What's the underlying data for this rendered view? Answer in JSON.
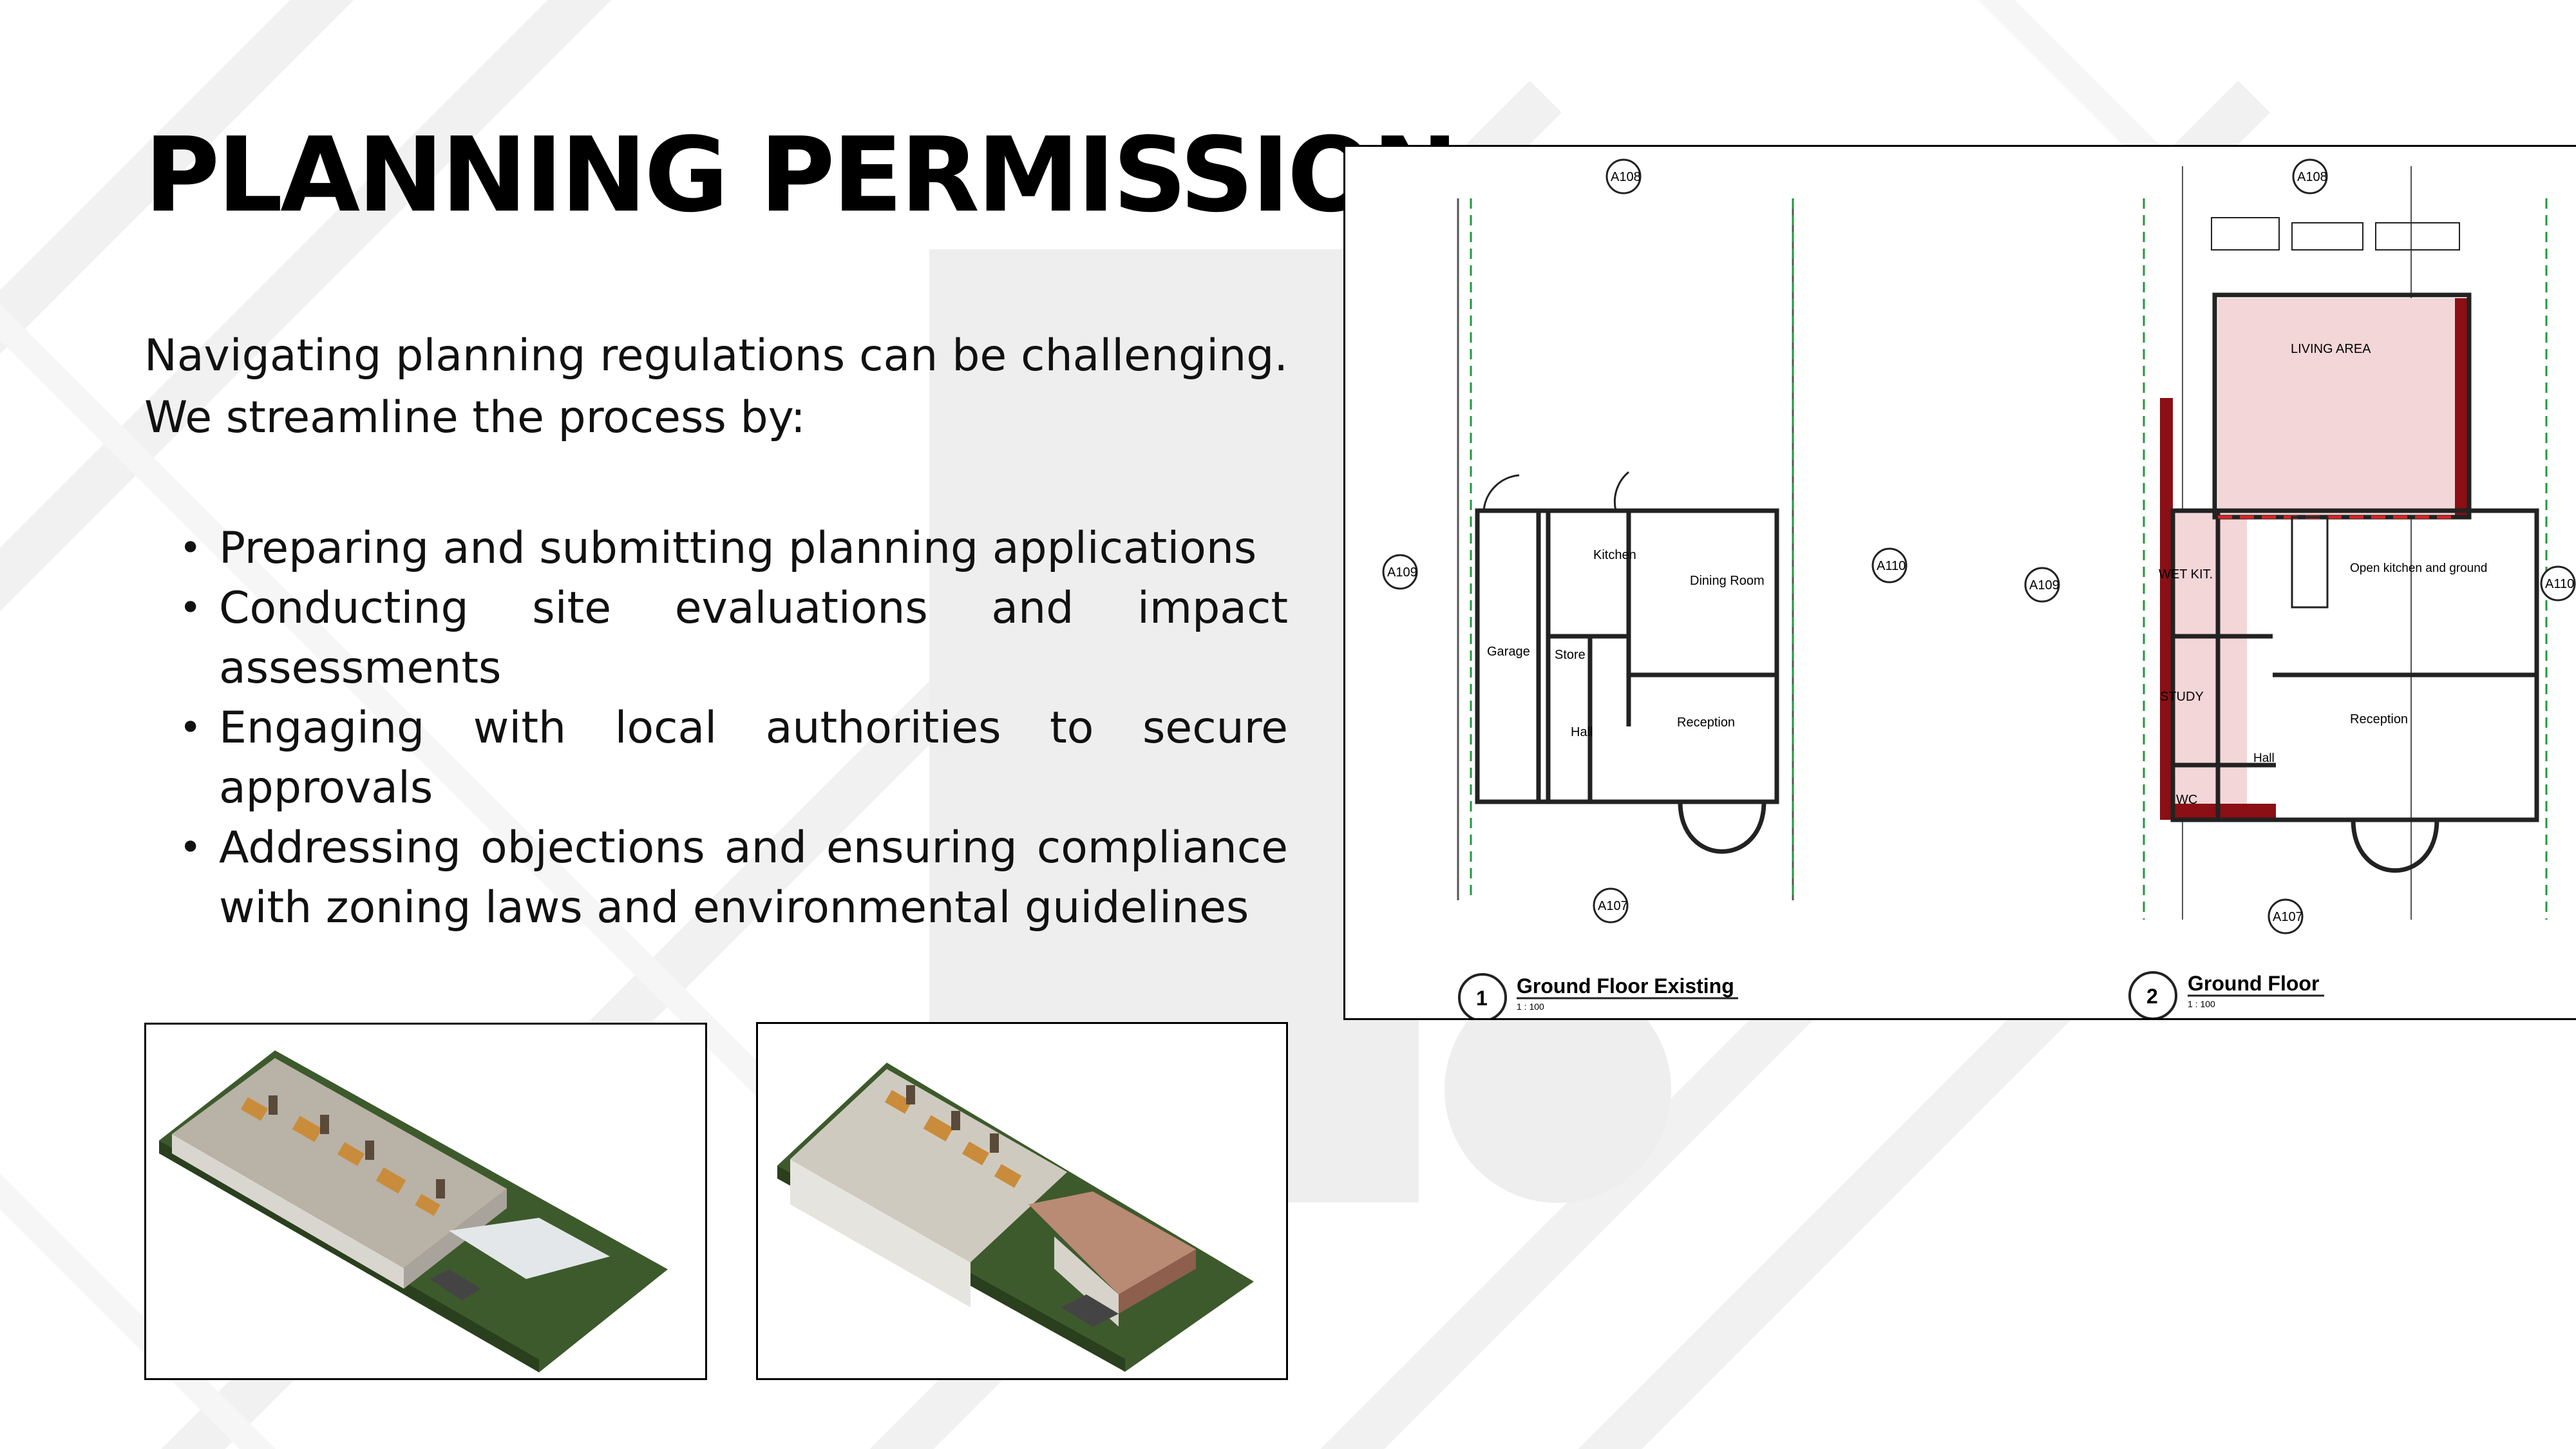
{
  "slide": {
    "title": "PLANNING PERMISSION",
    "intro": "Navigating planning regulations can be challenging. We streamline the process by:",
    "bullets": [
      "Preparing and submitting planning applications",
      "Conducting site evaluations and impact assessments",
      "Engaging with local authorities to secure approvals",
      "Addressing objections and ensuring compliance with zoning laws and environmental guidelines"
    ]
  },
  "drawing": {
    "existing": {
      "number": "1",
      "title": "Ground Floor Existing",
      "scale": "1 : 100",
      "rooms": {
        "kitchen": "Kitchen",
        "dining": "Dining Room",
        "garage": "Garage",
        "store": "Store",
        "hall": "Hall",
        "reception": "Reception"
      },
      "tags": {
        "top": "A108",
        "left": "A109",
        "right": "A110",
        "bottom": "A107"
      }
    },
    "proposed": {
      "number": "2",
      "title": "Ground Floor",
      "scale": "1 : 100",
      "rooms": {
        "living": "LIVING AREA",
        "wet_kitchen": "WET KIT.",
        "open_kitchen": "Open kitchen and ground",
        "study": "STUDY",
        "hall": "Hall",
        "reception": "Reception",
        "wc": "WC"
      },
      "tags": {
        "top": "A108",
        "left": "A109",
        "right": "A110",
        "bottom": "A107"
      }
    }
  },
  "colors": {
    "accent_red": "#8b0f14",
    "extension_fill": "#f3d6d8",
    "grass": "#3d5a2c",
    "grid_green": "#1f9a3a"
  }
}
